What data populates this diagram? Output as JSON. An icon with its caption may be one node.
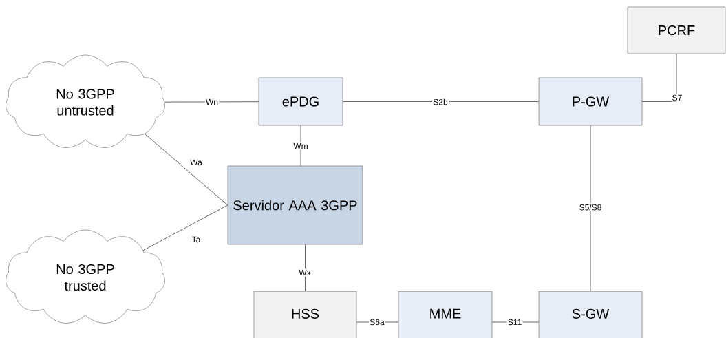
{
  "diagram": {
    "nodes": [
      {
        "text": [
          "No 3GPP untrusted"
        ]
      },
      {
        "text": [
          "ePDG"
        ]
      },
      {
        "text": [
          "P-GW"
        ]
      },
      {
        "text": [
          "PCRF"
        ]
      },
      {
        "text": [
          "Servidor AAA 3GPP"
        ]
      },
      {
        "text": [
          "No 3GPP trusted"
        ]
      },
      {
        "text": [
          "HSS"
        ]
      },
      {
        "text": [
          "MME"
        ]
      },
      {
        "text": [
          "S-GW"
        ]
      }
    ],
    "edges": [
      {
        "from": 0,
        "to": 1,
        "arrow": "none",
        "label": "Wn"
      },
      {
        "from": 1,
        "to": 2,
        "arrow": "none",
        "label": "S2b"
      },
      {
        "from": 2,
        "to": 3,
        "arrow": "none",
        "label": "S7"
      },
      {
        "from": 1,
        "to": 4,
        "arrow": "none",
        "label": "Wm"
      },
      {
        "from": 0,
        "to": 4,
        "arrow": "none",
        "label": "Wa"
      },
      {
        "from": 5,
        "to": 4,
        "arrow": "none",
        "label": "Ta"
      },
      {
        "from": 4,
        "to": 6,
        "arrow": "none",
        "label": "Wx"
      },
      {
        "from": 6,
        "to": 7,
        "arrow": "none",
        "label": "S6a"
      },
      {
        "from": 7,
        "to": 8,
        "arrow": "none",
        "label": "S11"
      },
      {
        "from": 2,
        "to": 8,
        "arrow": "none",
        "label": "S5/S8"
      }
    ]
  }
}
